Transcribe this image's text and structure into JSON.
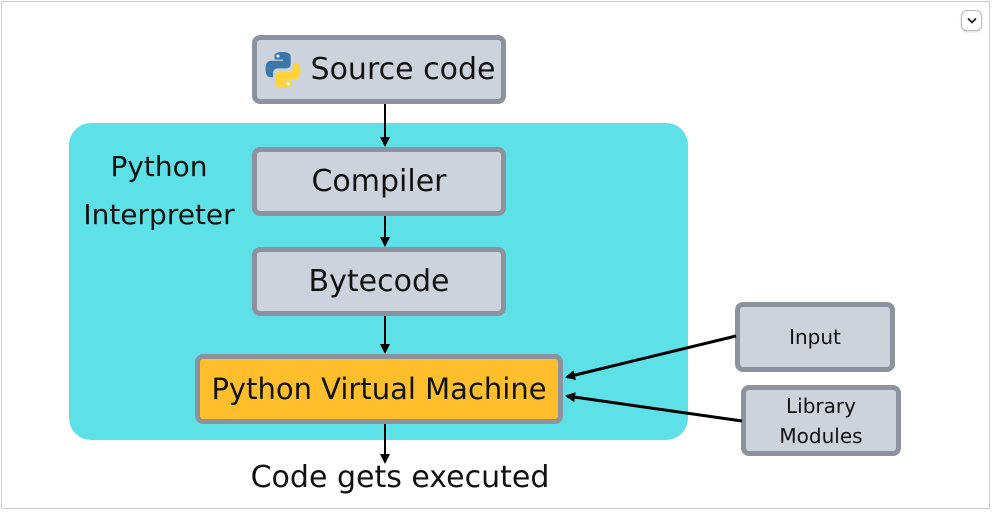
{
  "diagram": {
    "source_code": "Source code",
    "interpreter_label_line1": "Python",
    "interpreter_label_line2": "Interpreter",
    "compiler": "Compiler",
    "bytecode": "Bytecode",
    "virtual_machine": "Python Virtual Machine",
    "input": "Input",
    "library_line1": "Library",
    "library_line2": "Modules",
    "result": "Code gets executed"
  },
  "colors": {
    "interpreter_region": "#5ee1e6",
    "box_fill": "#cdd3dd",
    "box_border": "#8d939e",
    "vm_fill": "#ffbf2c"
  },
  "icons": {
    "source_code_icon": "python-logo-icon",
    "expand_control": "chevron-down-icon"
  }
}
